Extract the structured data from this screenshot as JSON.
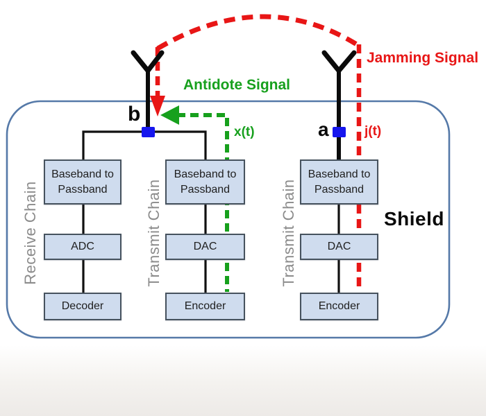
{
  "colors": {
    "red": "#e81616",
    "green": "#17a01d",
    "blue_marker": "#1616ee",
    "box_fill": "#cfdcee",
    "box_border": "#46525e",
    "shield_border": "#5579a8",
    "gray_label": "#8b8b8b"
  },
  "annotations": {
    "jamming_signal": "Jamming Signal",
    "antidote_signal": "Antidote Signal",
    "jamming_symbol": "j(t)",
    "antidote_symbol": "x(t)",
    "point_b": "b",
    "point_a": "a",
    "shield": "Shield"
  },
  "chains": [
    {
      "name": "Receive Chain",
      "boxes": [
        "Baseband to Passband",
        "ADC",
        "Decoder"
      ]
    },
    {
      "name": "Transmit Chain",
      "boxes": [
        "Baseband to Passband",
        "DAC",
        "Encoder"
      ]
    },
    {
      "name": "Transmit Chain",
      "boxes": [
        "Baseband to Passband",
        "DAC",
        "Encoder"
      ]
    }
  ]
}
